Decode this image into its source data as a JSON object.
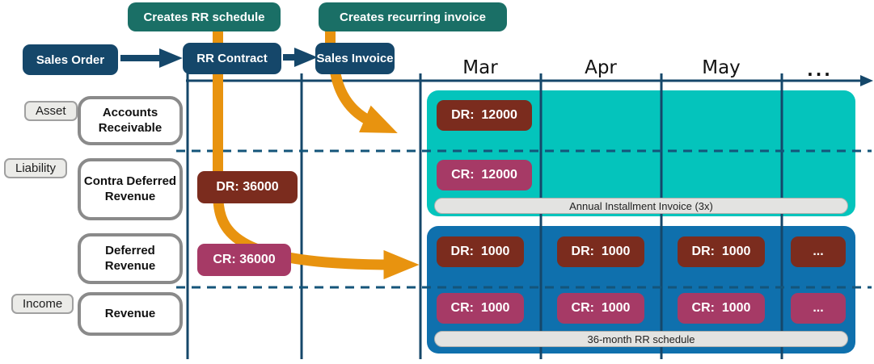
{
  "callouts": {
    "rr_schedule": "Creates RR schedule",
    "recurring_invoice": "Creates recurring invoice"
  },
  "flow": {
    "sales_order": "Sales Order",
    "rr_contract": "RR Contract",
    "sales_invoice": "Sales Invoice"
  },
  "timeline": {
    "months": [
      "Mar",
      "Apr",
      "May",
      "..."
    ]
  },
  "account_types": {
    "asset": "Asset",
    "liability": "Liability",
    "income": "Income"
  },
  "accounts": {
    "accounts_receivable": "Accounts Receivable",
    "contra_deferred_revenue": "Contra Deferred Revenue",
    "deferred_revenue": "Deferred Revenue",
    "revenue": "Revenue"
  },
  "contract_entries": {
    "debit": "DR: 36000",
    "credit": "CR: 36000"
  },
  "invoice_region": {
    "debit": "DR:  12000",
    "credit": "CR:  12000",
    "caption": "Annual Installment Invoice (3x)"
  },
  "schedule_region": {
    "debits": [
      "DR:  1000",
      "DR:  1000",
      "DR:  1000",
      "..."
    ],
    "credits": [
      "CR:  1000",
      "CR:  1000",
      "CR:  1000",
      "..."
    ],
    "caption": "36-month RR schedule"
  },
  "colors": {
    "navy": "#15476a",
    "teal": "#1a6f66",
    "orange": "#e8930f",
    "cyan_region": "#04c4bc",
    "blue_region": "#0f70ad",
    "debit_red": "#7b2c1e",
    "credit_magenta": "#a63a66"
  }
}
